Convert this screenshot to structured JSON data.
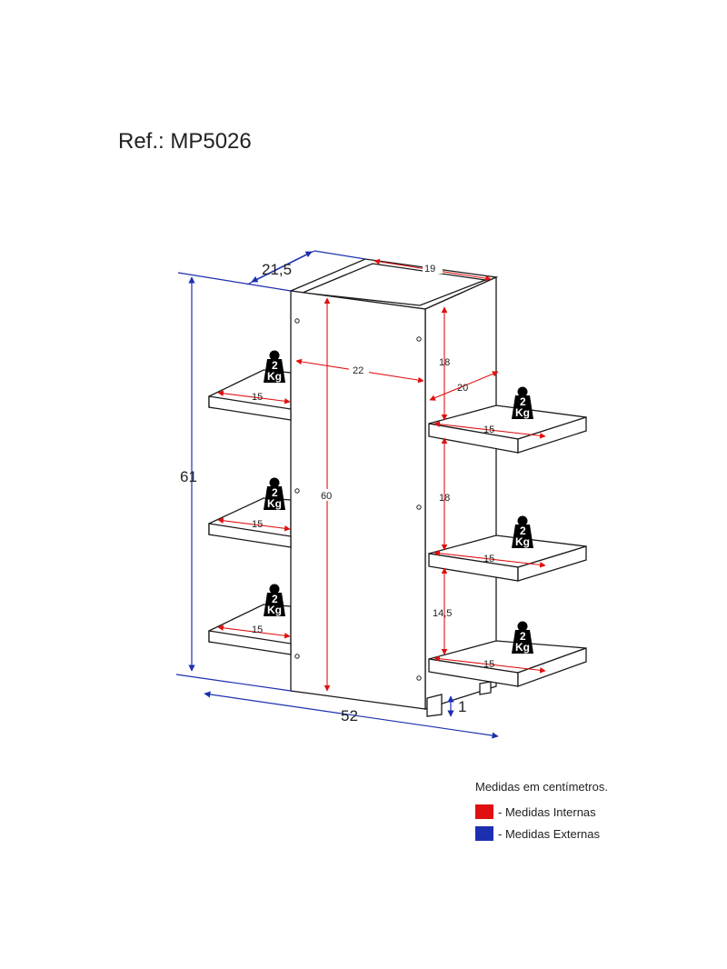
{
  "reference": "Ref.: MP5026",
  "weight_badge": {
    "number": "2",
    "unit": "Kg"
  },
  "colors": {
    "internal": "#e01010",
    "external": "#1c2fb0",
    "outline": "#1a1a1a"
  },
  "dimensions": {
    "external": {
      "depth": "21,5",
      "height": "61",
      "width": "52",
      "foot": "1"
    },
    "internal": {
      "top_depth": "19",
      "inner_width": "22",
      "right_depth": "20",
      "shelf_width": "15",
      "column_height": "60",
      "spacing_1": "18",
      "spacing_2": "18",
      "spacing_3": "14,5"
    }
  },
  "legend": {
    "caption": "Medidas em centímetros.",
    "items": [
      {
        "label": "- Medidas Internas",
        "color": "#e01010"
      },
      {
        "label": "- Medidas Externas",
        "color": "#1c2fb0"
      }
    ]
  }
}
